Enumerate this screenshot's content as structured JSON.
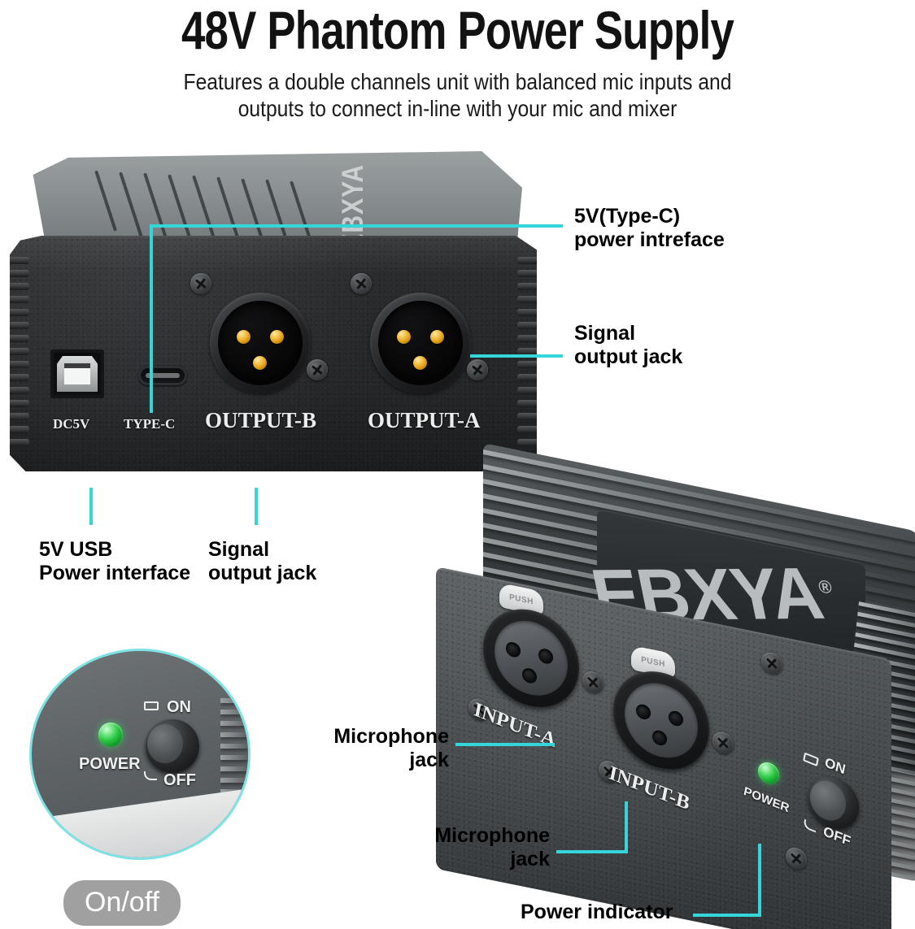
{
  "header": {
    "title": "48V Phantom Power Supply",
    "subtitle": "Features a double channels unit with balanced mic inputs and\noutputs to connect in-line with your mic and mixer"
  },
  "brand": {
    "name": "EBXYA",
    "registered": "®"
  },
  "callouts": {
    "type_c": "5V(Type-C)\npower intreface",
    "signal_output_right": "Signal\noutput jack",
    "usb_power": "5V USB\nPower interface",
    "signal_output_bottom": "Signal\noutput jack",
    "microphone_jack_a": "Microphone\njack",
    "microphone_jack_b": "Microphone\njack",
    "power_indicator": "Power indicator"
  },
  "top_unit": {
    "port_labels": {
      "dc5v": "DC5V",
      "type_c": "TYPE-C",
      "output_b": "OUTPUT-B",
      "output_a": "OUTPUT-A"
    }
  },
  "bottom_unit": {
    "port_labels": {
      "input_a": "INPUT-A",
      "input_b": "INPUT-B"
    },
    "power_label": "POWER",
    "switch_on": "ON",
    "switch_off": "OFF",
    "push_tab": "PUSH"
  },
  "inset": {
    "power_label": "POWER",
    "switch_on": "ON",
    "switch_off": "OFF",
    "badge": "On/off"
  },
  "colors": {
    "callout_line": "#35d6d9",
    "badge_bg": "#a0a0a0",
    "led_green": "#2fcc46",
    "pin_gold": "#e8a516",
    "text": "#000000"
  }
}
